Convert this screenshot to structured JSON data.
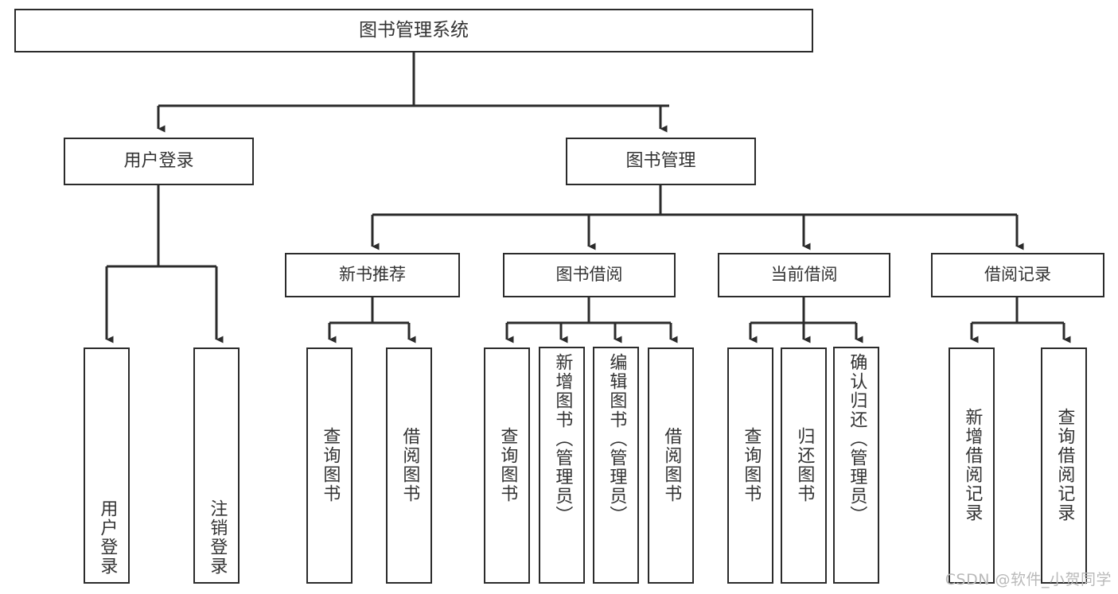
{
  "diagram": {
    "title": "图书管理系统",
    "type": "hierarchy-tree",
    "colors": {
      "box_border": "#2b2b2b",
      "box_fill": "#ffffff",
      "text": "#333333",
      "connector": "#2b2b2b",
      "watermark": "#b9b9b9",
      "background": "#ffffff"
    },
    "root": {
      "label": "图书管理系统"
    },
    "level1": [
      {
        "label": "用户登录"
      },
      {
        "label": "图书管理"
      }
    ],
    "level2": [
      {
        "label": "新书推荐"
      },
      {
        "label": "图书借阅"
      },
      {
        "label": "当前借阅"
      },
      {
        "label": "借阅记录"
      }
    ],
    "leaves_user_login": [
      {
        "label": "用户登录"
      },
      {
        "label": "注销登录"
      }
    ],
    "leaves_new_book": [
      {
        "label": "查询图书"
      },
      {
        "label": "借阅图书"
      }
    ],
    "leaves_borrow": [
      {
        "label": "查询图书"
      },
      {
        "label": "新增图书（管理员）"
      },
      {
        "label": "编辑图书（管理员）"
      },
      {
        "label": "借阅图书"
      }
    ],
    "leaves_current": [
      {
        "label": "查询图书"
      },
      {
        "label": "归还图书"
      },
      {
        "label": "确认归还（管理员）"
      }
    ],
    "leaves_records": [
      {
        "label": "新增借阅记录"
      },
      {
        "label": "查询借阅记录"
      }
    ]
  },
  "watermark": {
    "text": "CSDN @软件_小贺同学"
  }
}
